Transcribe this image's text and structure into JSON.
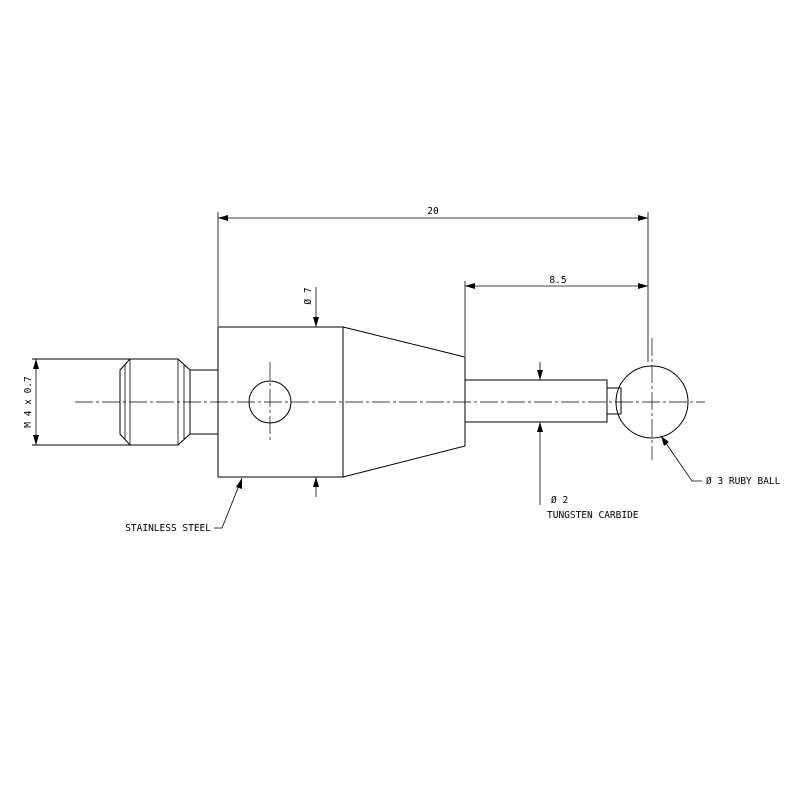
{
  "dimensions": {
    "overall_length": "20",
    "tip_length": "8.5",
    "body_diameter": "Ø 7",
    "thread": "M 4 x 0.7"
  },
  "callouts": {
    "body_material": "STAINLESS STEEL",
    "stem_diameter": "Ø 2",
    "stem_material": "TUNGSTEN CARBIDE",
    "ball": "Ø 3 RUBY BALL"
  },
  "colors": {
    "line": "#000000",
    "background": "#ffffff"
  }
}
